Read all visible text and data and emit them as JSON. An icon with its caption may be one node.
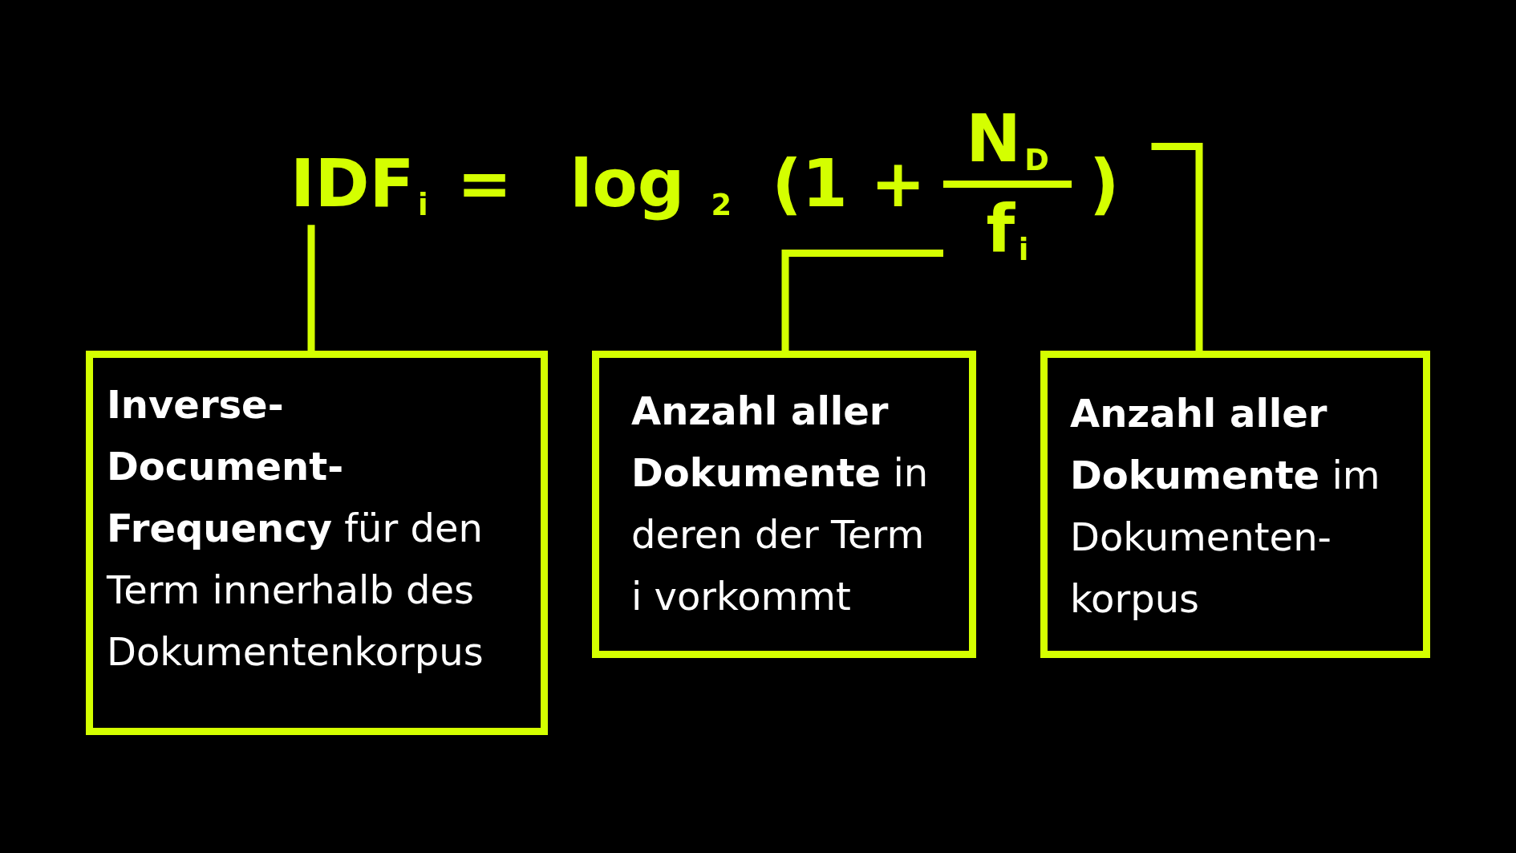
{
  "diagram": {
    "nodes": [
      {
        "text": [
          "IDF$_{i}$"
        ]
      },
      {
        "text": [
          "f$_{i}$"
        ]
      },
      {
        "text": [
          "**Inverse-Document-Frequency** für den Term innerhalb des Dokumentenkorpus"
        ]
      },
      {
        "text": [
          "**Anzahl aller Dokumente** in deren der Term i vorkommt"
        ]
      },
      {
        "text": [
          "**Anzahl aller Dokumente** im Dokumenten-korpus"
        ]
      }
    ],
    "edges": [
      {
        "from": 2,
        "to": 0,
        "arrow": "none"
      },
      {
        "from": 3,
        "to": 1,
        "arrow": "none"
      },
      {
        "from": 4,
        "to": null,
        "arrow": "none"
      }
    ],
    "labels": [
      "=",
      "log $_{2}$",
      "(1 +",
      "N$_{D}$",
      ")"
    ]
  }
}
